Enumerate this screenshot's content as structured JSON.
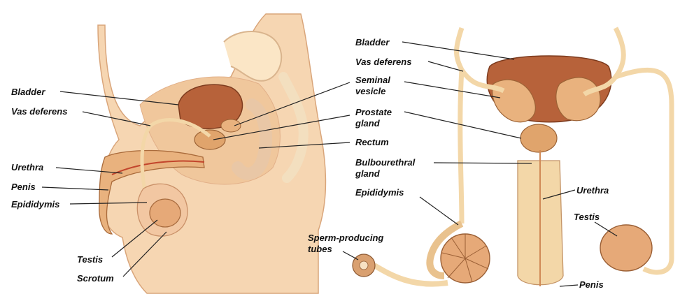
{
  "palette": {
    "skin": "#f6d6b2",
    "skin_dark": "#e8b98a",
    "bladder": "#b7623a",
    "organ": "#e9b27e",
    "duct": "#f3d7a8",
    "line": "#222222",
    "background": "#ffffff"
  },
  "left_diagram": {
    "labels": {
      "bladder": "Bladder",
      "vas_deferens": "Vas deferens",
      "urethra": "Urethra",
      "penis": "Penis",
      "epididymis": "Epididymis",
      "testis": "Testis",
      "scrotum": "Scrotum"
    }
  },
  "center_labels": {
    "seminal_vesicle_1": "Seminal",
    "seminal_vesicle_2": "vesicle",
    "prostate_1": "Prostate",
    "prostate_2": "gland",
    "rectum": "Rectum",
    "bulbourethral_1": "Bulbourethral",
    "bulbourethral_2": "gland"
  },
  "right_diagram": {
    "labels": {
      "bladder": "Bladder",
      "vas_deferens": "Vas deferens",
      "epididymis": "Epididymis",
      "sperm_tubes_1": "Sperm-producing",
      "sperm_tubes_2": "tubes",
      "urethra": "Urethra",
      "testis": "Testis",
      "penis": "Penis"
    }
  }
}
